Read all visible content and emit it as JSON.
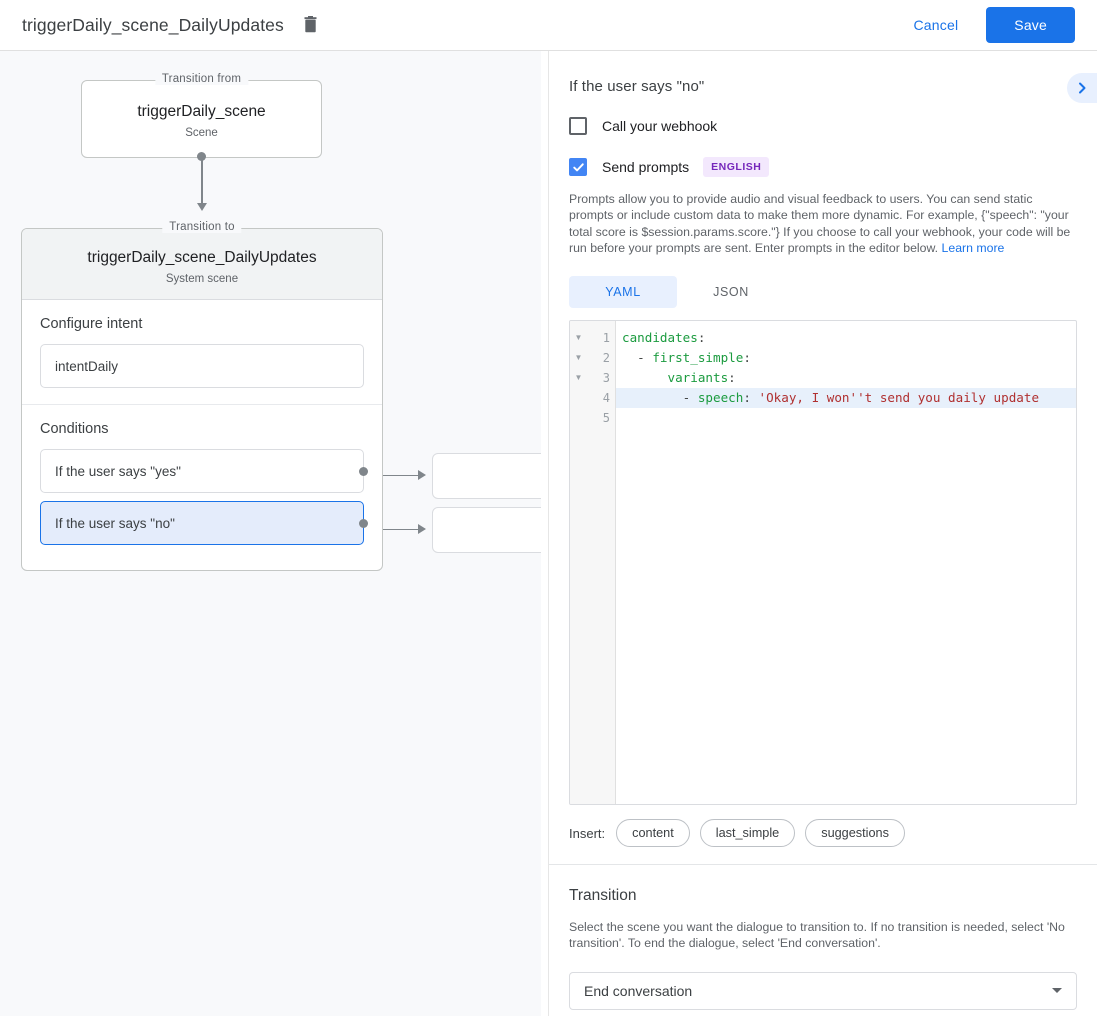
{
  "topbar": {
    "title": "triggerDaily_scene_DailyUpdates",
    "delete_icon": "trash-icon",
    "cancel_label": "Cancel",
    "save_label": "Save",
    "save_color": "#1a73e8",
    "link_color": "#1a73e8"
  },
  "canvas": {
    "from_node": {
      "legend": "Transition from",
      "title": "triggerDaily_scene",
      "subtitle": "Scene"
    },
    "to_node": {
      "legend": "Transition to",
      "title": "triggerDaily_scene_DailyUpdates",
      "subtitle": "System scene"
    },
    "intent_section": {
      "label": "Configure intent",
      "value": "intentDaily"
    },
    "conditions_section": {
      "label": "Conditions",
      "items": [
        {
          "label": "If the user says \"yes\"",
          "selected": false
        },
        {
          "label": "If the user says \"no\"",
          "selected": true
        }
      ]
    }
  },
  "panel": {
    "heading": "If the user says \"no\"",
    "expand_icon": "chevron-right-icon",
    "webhook": {
      "label": "Call your webhook",
      "checked": false
    },
    "prompts": {
      "label": "Send prompts",
      "checked": true,
      "language_badge": "ENGLISH",
      "badge_color": "#7627bb",
      "description": "Prompts allow you to provide audio and visual feedback to users. You can send static prompts or include custom data to make them more dynamic. For example, {\"speech\": \"your total score is $session.params.score.\"} If you choose to call your webhook, your code will be run before your prompts are sent. Enter prompts in the editor below. ",
      "learn_more": "Learn more"
    },
    "format_tabs": [
      {
        "label": "YAML",
        "active": true
      },
      {
        "label": "JSON",
        "active": false
      }
    ],
    "editor": {
      "active_line": 4,
      "lines": [
        {
          "num": "1",
          "foldable": true,
          "tokens": [
            {
              "t": "candidates",
              "c": "key"
            },
            {
              "t": ":",
              "c": "punct"
            }
          ]
        },
        {
          "num": "2",
          "foldable": true,
          "tokens": [
            {
              "t": "  - ",
              "c": "dash"
            },
            {
              "t": "first_simple",
              "c": "key"
            },
            {
              "t": ":",
              "c": "punct"
            }
          ]
        },
        {
          "num": "3",
          "foldable": true,
          "tokens": [
            {
              "t": "      ",
              "c": "dash"
            },
            {
              "t": "variants",
              "c": "key"
            },
            {
              "t": ":",
              "c": "punct"
            }
          ]
        },
        {
          "num": "4",
          "foldable": false,
          "tokens": [
            {
              "t": "        - ",
              "c": "dash"
            },
            {
              "t": "speech",
              "c": "key"
            },
            {
              "t": ": ",
              "c": "punct"
            },
            {
              "t": "'Okay, I won''t send you daily update",
              "c": "str"
            }
          ]
        },
        {
          "num": "5",
          "foldable": false,
          "tokens": []
        }
      ]
    },
    "insert": {
      "label": "Insert:",
      "chips": [
        "content",
        "last_simple",
        "suggestions"
      ]
    },
    "transition": {
      "title": "Transition",
      "description": "Select the scene you want the dialogue to transition to. If no transition is needed, select 'No transition'. To end the dialogue, select 'End conversation'.",
      "selected": "End conversation"
    }
  }
}
